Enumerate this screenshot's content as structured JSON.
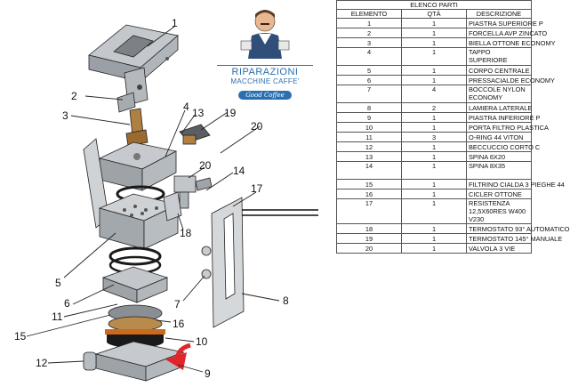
{
  "logo": {
    "line1": "RIPARAZIONI",
    "line2": "MACCHINE CAFFE'",
    "badge": "Good Coffee",
    "accent": "#2a6fb0"
  },
  "table": {
    "title": "ELENCO PARTI",
    "headers": [
      "ELEMENTO",
      "QTÀ",
      "DESCRIZIONE"
    ],
    "rows": [
      {
        "n": "1",
        "q": "1",
        "d": "PIASTRA SUPERIORE P",
        "tall": false
      },
      {
        "n": "2",
        "q": "1",
        "d": "FORCELLA AVP ZINCATO",
        "tall": false
      },
      {
        "n": "3",
        "q": "1",
        "d": "BIELLA OTTONE ECONOMY",
        "tall": false
      },
      {
        "n": "4",
        "q": "1",
        "d": "TAPPO SUPERIORE",
        "tall": true
      },
      {
        "n": "5",
        "q": "1",
        "d": "CORPO CENTRALE",
        "tall": false
      },
      {
        "n": "6",
        "q": "1",
        "d": "PRESSACIALDE ECONOMY",
        "tall": false
      },
      {
        "n": "7",
        "q": "4",
        "d": "BOCCOLE NYLON ECONOMY",
        "tall": true
      },
      {
        "n": "8",
        "q": "2",
        "d": "LAMIERA LATERALE",
        "tall": false
      },
      {
        "n": "9",
        "q": "1",
        "d": "PIASTRA INFERIORE P",
        "tall": false
      },
      {
        "n": "10",
        "q": "1",
        "d": "PORTA FILTRO PLASTICA",
        "tall": false
      },
      {
        "n": "11",
        "q": "3",
        "d": "O-RING 44 VITON",
        "tall": false
      },
      {
        "n": "12",
        "q": "1",
        "d": "BECCUCCIO CORTO C",
        "tall": false
      },
      {
        "n": "13",
        "q": "1",
        "d": "SPINA 6X20",
        "tall": false
      },
      {
        "n": "14",
        "q": "1",
        "d": "SPINA 8X35",
        "tall": true
      },
      {
        "n": "15",
        "q": "1",
        "d": "FILTRINO CIALDA 3 PIEGHE 44",
        "tall": false
      },
      {
        "n": "16",
        "q": "1",
        "d": "CICLER OTTONE",
        "tall": false
      },
      {
        "n": "17",
        "q": "1",
        "d": "RESISTENZA 12,5X60RES W400 V230",
        "tall": true
      },
      {
        "n": "18",
        "q": "1",
        "d": "TERMOSTATO 93° AUTOMATICO",
        "tall": false
      },
      {
        "n": "19",
        "q": "1",
        "d": "TERMOSTATO 145° MANUALE",
        "tall": false
      },
      {
        "n": "20",
        "q": "1",
        "d": "VALVOLA 3 VIE",
        "tall": false
      }
    ]
  },
  "callouts": [
    "1",
    "2",
    "3",
    "4",
    "5",
    "6",
    "7",
    "8",
    "9",
    "10",
    "11",
    "12",
    "13",
    "14",
    "15",
    "16",
    "17",
    "18",
    "19",
    "20",
    "20"
  ],
  "colors": {
    "metal": "#b9bec3",
    "metal_dark": "#8d9297",
    "brass": "#b08040",
    "rubber": "#1a1a1a",
    "arrow": "#e0262b"
  }
}
